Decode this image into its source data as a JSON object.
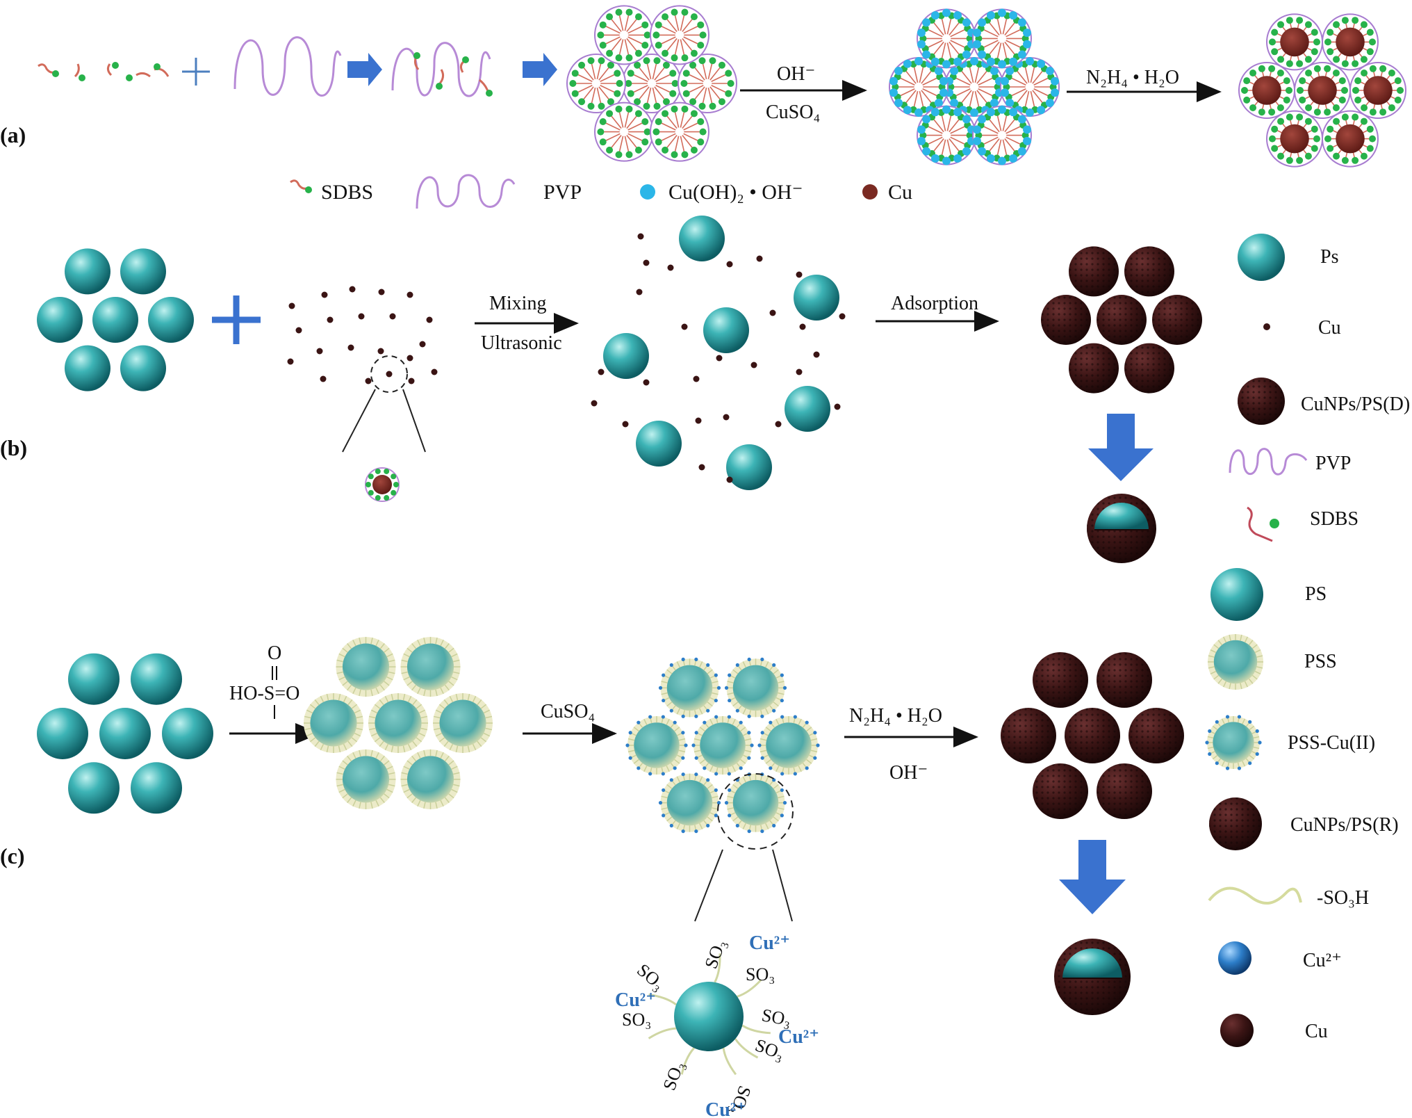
{
  "panels": {
    "a": "(a)",
    "b": "(b)",
    "c": "(c)"
  },
  "panel_a": {
    "step1_reagent": "OH⁻",
    "step1_reagent2": "CuSO₄",
    "step2_reagent": "N₂H₄ • H₂O",
    "legend": {
      "sdbs": "SDBS",
      "pvp": "PVP",
      "cuoh": "Cu(OH)₂ • OH⁻",
      "cu": "Cu"
    }
  },
  "panel_b": {
    "step1_top": "Mixing",
    "step1_bottom": "Ultrasonic",
    "step2": "Adsorption",
    "legend": {
      "ps": "Ps",
      "cu": "Cu",
      "cunps_d": "CuNPs/PS(D)",
      "pvp": "PVP",
      "sdbs": "SDBS"
    }
  },
  "panel_c": {
    "sulfonic_o_top": "O",
    "sulfonic_formula": "HO-S=O",
    "step2": "CuSO₄",
    "step3_top": "N₂H₄ • H₂O",
    "step3_bottom": "OH⁻",
    "so3": "SO₃",
    "cu2plus": "Cu²⁺",
    "legend": {
      "ps": "PS",
      "pss": "PSS",
      "pss_cu": "PSS-Cu(II)",
      "cunps_r": "CuNPs/PS(R)",
      "so3h": "-SO₃H",
      "cu2": "Cu²⁺",
      "cu": "Cu"
    }
  },
  "colors": {
    "teal": "#2a9da3",
    "copper_dark": "#3a1414",
    "arrow_blue": "#3a72cf",
    "pvp": "#b78ad6",
    "sdbs_head": "#27b24a",
    "cuoh": "#2bb6e8",
    "cu_red": "#7a2a22"
  }
}
